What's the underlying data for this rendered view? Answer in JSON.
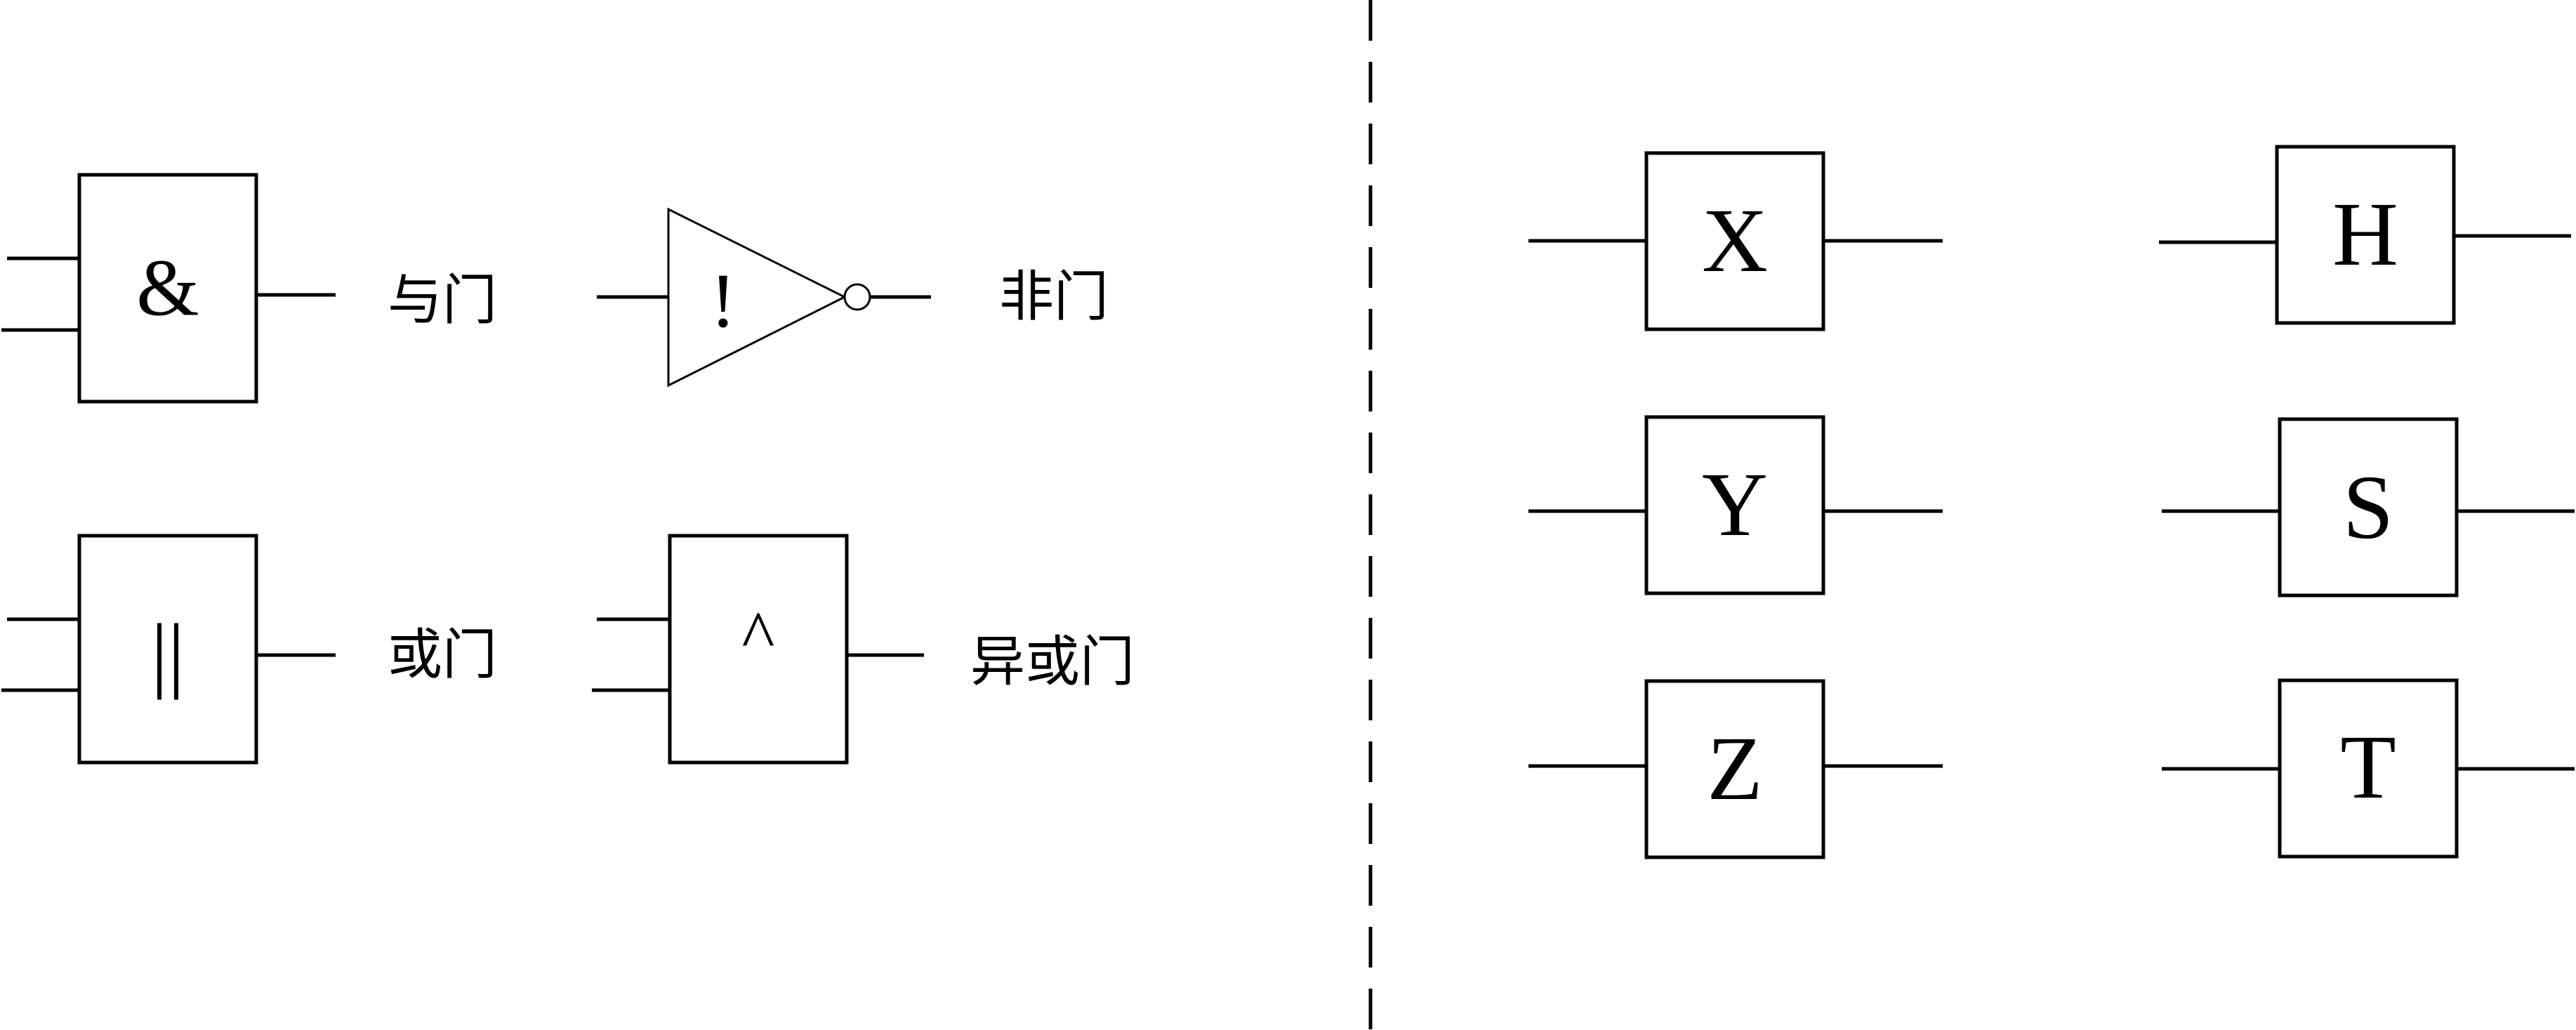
{
  "gates": {
    "and": {
      "symbol": "&",
      "label": "与门"
    },
    "not": {
      "symbol": "!",
      "label": "非门"
    },
    "or": {
      "symbol": "||",
      "label": "或门"
    },
    "xor": {
      "symbol": "^",
      "label": "异或门"
    }
  },
  "blocks": {
    "x": "X",
    "y": "Y",
    "z": "Z",
    "h": "H",
    "s": "S",
    "t": "T"
  }
}
